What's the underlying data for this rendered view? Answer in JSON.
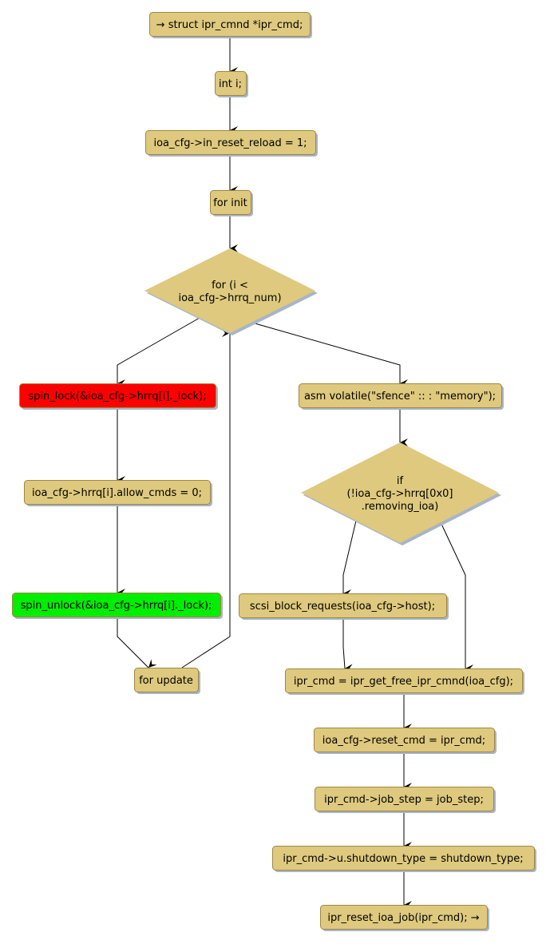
{
  "colors": {
    "default_fill": "#dec97e",
    "default_stroke": "#a18740",
    "shadow": "#a8b4c8",
    "lock_fill": "#ff0000",
    "unlock_fill": "#00ee00"
  },
  "nodes": [
    {
      "id": "n_struct",
      "shape": "box",
      "lines": [
        "→ struct ipr_cmnd *ipr_cmd;"
      ],
      "kind": "default"
    },
    {
      "id": "n_int_i",
      "shape": "box",
      "lines": [
        "int i;"
      ],
      "kind": "default"
    },
    {
      "id": "n_in_reset",
      "shape": "box",
      "lines": [
        "ioa_cfg->in_reset_reload = 1;"
      ],
      "kind": "default"
    },
    {
      "id": "n_for_init",
      "shape": "box",
      "lines": [
        "for init"
      ],
      "kind": "default"
    },
    {
      "id": "n_for_cond",
      "shape": "diamond",
      "lines": [
        "for (i <",
        "ioa_cfg->hrrq_num)"
      ],
      "kind": "default"
    },
    {
      "id": "n_spin_lock",
      "shape": "box",
      "lines": [
        "spin_lock(&ioa_cfg->hrrq[i]._lock);"
      ],
      "kind": "lock"
    },
    {
      "id": "n_allow_cmds",
      "shape": "box",
      "lines": [
        "ioa_cfg->hrrq[i].allow_cmds = 0;"
      ],
      "kind": "default"
    },
    {
      "id": "n_spin_unlock",
      "shape": "box",
      "lines": [
        "spin_unlock(&ioa_cfg->hrrq[i]._lock);"
      ],
      "kind": "unlock"
    },
    {
      "id": "n_for_update",
      "shape": "box",
      "lines": [
        "for update"
      ],
      "kind": "default"
    },
    {
      "id": "n_asm",
      "shape": "box",
      "lines": [
        "asm volatile(\"sfence\" :: : \"memory\");"
      ],
      "kind": "default"
    },
    {
      "id": "n_if",
      "shape": "diamond",
      "lines": [
        "if",
        "(!ioa_cfg->hrrq[0x0]",
        ".removing_ioa)"
      ],
      "kind": "default"
    },
    {
      "id": "n_scsi_block",
      "shape": "box",
      "lines": [
        "scsi_block_requests(ioa_cfg->host);"
      ],
      "kind": "default"
    },
    {
      "id": "n_get_free",
      "shape": "box",
      "lines": [
        "ipr_cmd = ipr_get_free_ipr_cmnd(ioa_cfg);"
      ],
      "kind": "default"
    },
    {
      "id": "n_reset_cmd",
      "shape": "box",
      "lines": [
        "ioa_cfg->reset_cmd = ipr_cmd;"
      ],
      "kind": "default"
    },
    {
      "id": "n_job_step",
      "shape": "box",
      "lines": [
        "ipr_cmd->job_step = job_step;"
      ],
      "kind": "default"
    },
    {
      "id": "n_shutdown",
      "shape": "box",
      "lines": [
        "ipr_cmd->u.shutdown_type = shutdown_type;"
      ],
      "kind": "default"
    },
    {
      "id": "n_reset_job",
      "shape": "box",
      "lines": [
        "ipr_reset_ioa_job(ipr_cmd); →"
      ],
      "kind": "default"
    }
  ],
  "edges": [
    {
      "from": "n_struct",
      "to": "n_int_i"
    },
    {
      "from": "n_int_i",
      "to": "n_in_reset"
    },
    {
      "from": "n_in_reset",
      "to": "n_for_init"
    },
    {
      "from": "n_for_init",
      "to": "n_for_cond"
    },
    {
      "from": "n_for_cond",
      "to": "n_spin_lock"
    },
    {
      "from": "n_for_cond",
      "to": "n_asm"
    },
    {
      "from": "n_spin_lock",
      "to": "n_allow_cmds"
    },
    {
      "from": "n_allow_cmds",
      "to": "n_spin_unlock"
    },
    {
      "from": "n_spin_unlock",
      "to": "n_for_update"
    },
    {
      "from": "n_for_update",
      "to": "n_for_cond"
    },
    {
      "from": "n_asm",
      "to": "n_if"
    },
    {
      "from": "n_if",
      "to": "n_scsi_block"
    },
    {
      "from": "n_if",
      "to": "n_get_free"
    },
    {
      "from": "n_scsi_block",
      "to": "n_get_free"
    },
    {
      "from": "n_get_free",
      "to": "n_reset_cmd"
    },
    {
      "from": "n_reset_cmd",
      "to": "n_job_step"
    },
    {
      "from": "n_job_step",
      "to": "n_shutdown"
    },
    {
      "from": "n_shutdown",
      "to": "n_reset_job"
    }
  ]
}
